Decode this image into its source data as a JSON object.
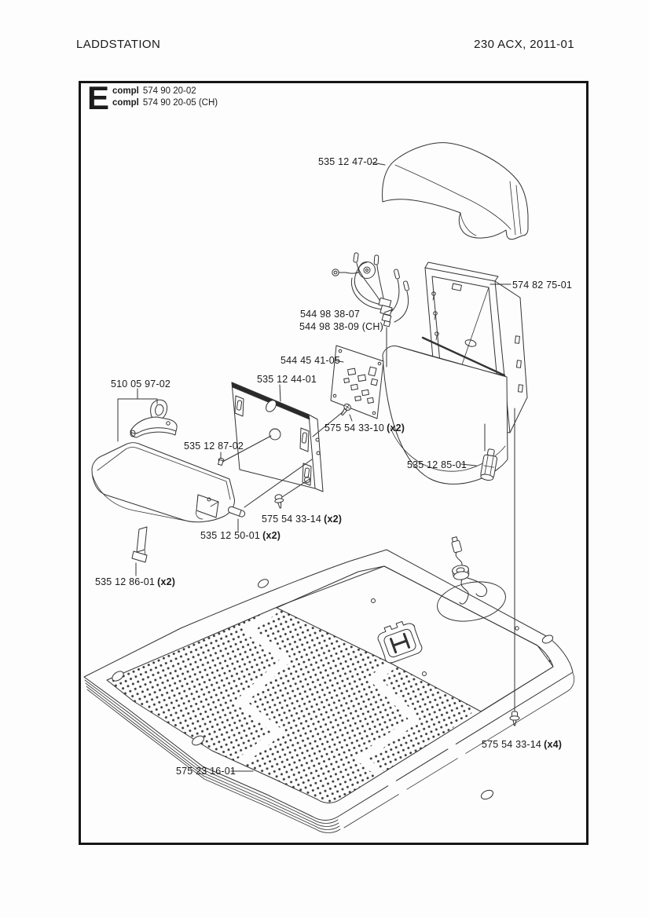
{
  "header": {
    "left": "LADDSTATION",
    "right": "230 ACX, 2011-01"
  },
  "diagram": {
    "section_letter": "E",
    "assembly_variants": [
      {
        "prefix": "compl",
        "number": "574 90 20-02"
      },
      {
        "prefix": "compl",
        "number": "574 90 20-05 (CH)"
      }
    ],
    "parts": [
      {
        "name": "top-cover",
        "number": "535 12 47-02",
        "qty": ""
      },
      {
        "name": "back-frame",
        "number": "574 82 75-01",
        "qty": ""
      },
      {
        "name": "cable-assembly",
        "number": "544 98 38-07",
        "qty": ""
      },
      {
        "name": "cable-assembly-ch",
        "number": "544 98 38-09 (CH)",
        "qty": ""
      },
      {
        "name": "circuit-board",
        "number": "544 45 41-05",
        "qty": ""
      },
      {
        "name": "mounting-plate",
        "number": "535 12 44-01",
        "qty": ""
      },
      {
        "name": "handle-kit",
        "number": "510 05 97-02",
        "qty": ""
      },
      {
        "name": "screw-33-10",
        "number": "575 54 33-10",
        "qty": "(x2)"
      },
      {
        "name": "rivet",
        "number": "535 12 87-02",
        "qty": ""
      },
      {
        "name": "screw-33-14-2",
        "number": "575 54 33-14",
        "qty": "(x2)"
      },
      {
        "name": "contact-connector",
        "number": "535 12 85-01",
        "qty": ""
      },
      {
        "name": "pin",
        "number": "535 12 50-01",
        "qty": "(x2)"
      },
      {
        "name": "strip",
        "number": "535 12 86-01",
        "qty": "(x2)"
      },
      {
        "name": "screw-33-14-4",
        "number": "575 54 33-14",
        "qty": "(x4)"
      },
      {
        "name": "base-plate",
        "number": "575 23 16-01",
        "qty": ""
      }
    ]
  }
}
